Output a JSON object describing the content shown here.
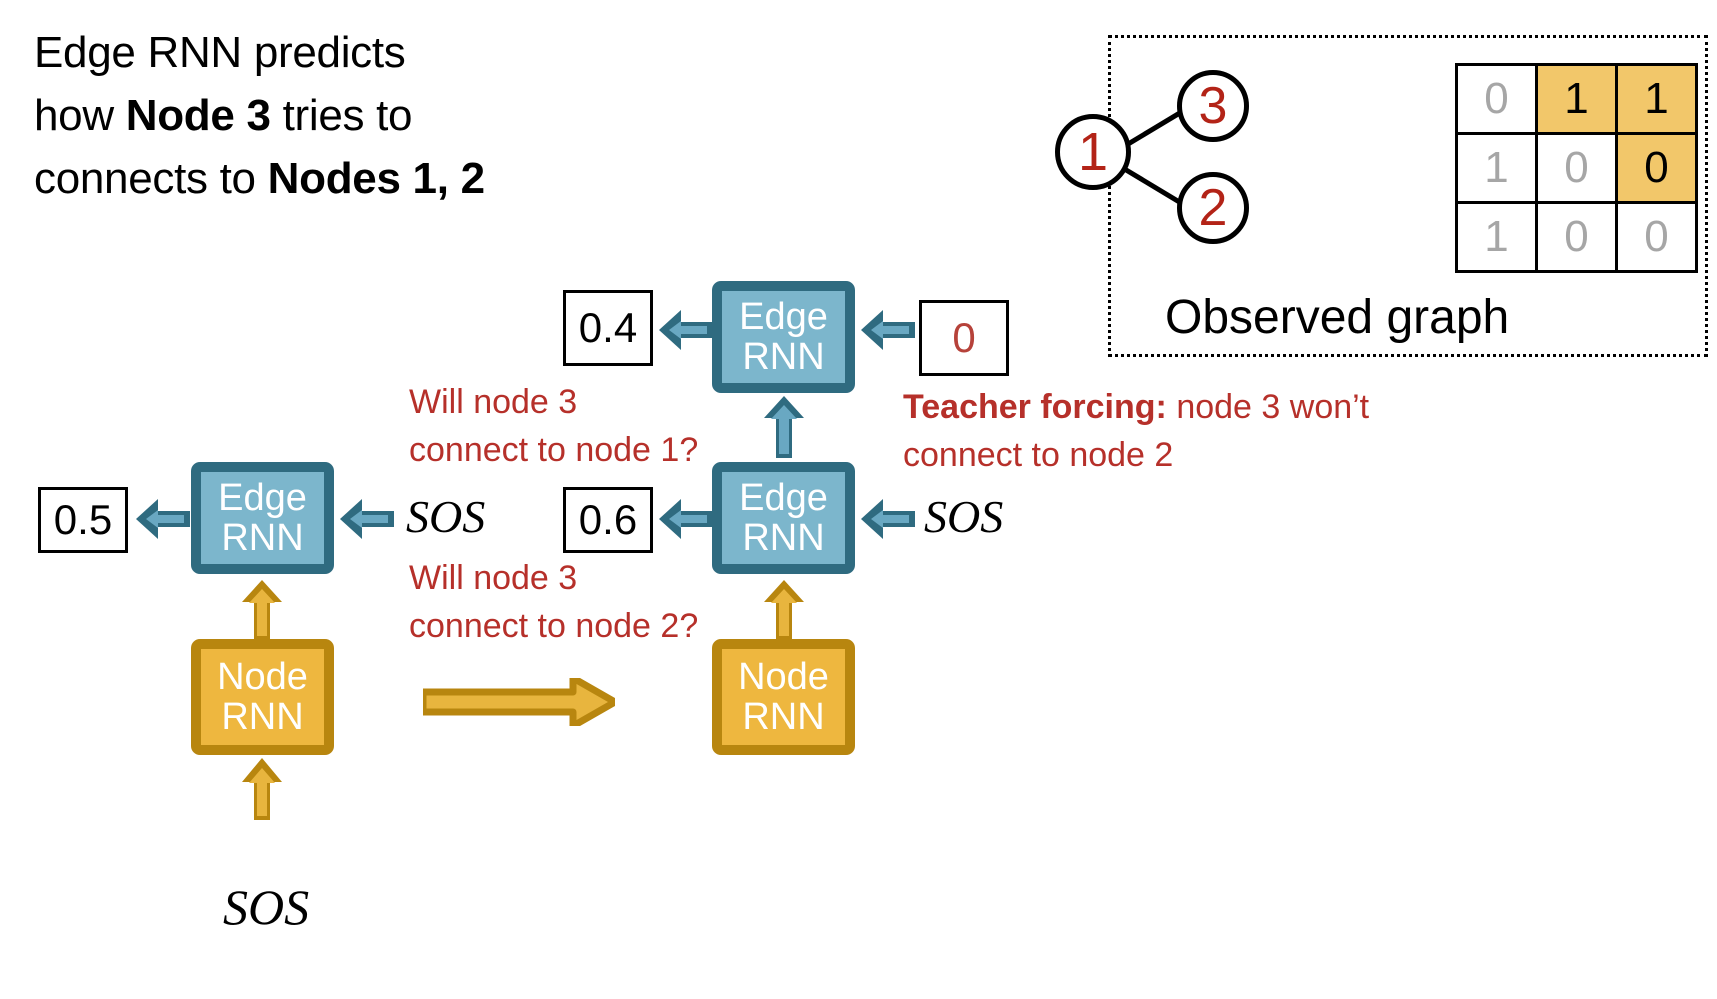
{
  "headline": {
    "line1": "Edge RNN predicts",
    "line2_pre": "how ",
    "line2_bold": "Node 3",
    "line2_post": " tries to",
    "line3_pre": "connects to ",
    "line3_bold": "Nodes 1, 2"
  },
  "observed_panel": {
    "caption": "Observed graph",
    "graph": {
      "nodes": [
        {
          "id": "1",
          "label": "1"
        },
        {
          "id": "3",
          "label": "3"
        },
        {
          "id": "2",
          "label": "2"
        }
      ],
      "edges": [
        {
          "from": "1",
          "to": "3"
        },
        {
          "from": "1",
          "to": "2"
        }
      ]
    },
    "adjacency_matrix": {
      "rows": [
        [
          {
            "value": "0",
            "highlight": false,
            "emphasis": false
          },
          {
            "value": "1",
            "highlight": true,
            "emphasis": true
          },
          {
            "value": "1",
            "highlight": true,
            "emphasis": true
          }
        ],
        [
          {
            "value": "1",
            "highlight": false,
            "emphasis": false
          },
          {
            "value": "0",
            "highlight": false,
            "emphasis": false
          },
          {
            "value": "0",
            "highlight": true,
            "emphasis": true
          }
        ],
        [
          {
            "value": "1",
            "highlight": false,
            "emphasis": false
          },
          {
            "value": "0",
            "highlight": false,
            "emphasis": false
          },
          {
            "value": "0",
            "highlight": false,
            "emphasis": false
          }
        ]
      ]
    }
  },
  "cells": {
    "edge_rnn_label_line1": "Edge",
    "edge_rnn_label_line2": "RNN",
    "node_rnn_label_line1": "Node",
    "node_rnn_label_line2": "RNN"
  },
  "values": {
    "out_top_left": "0.4",
    "out_far_left": "0.5",
    "out_mid": "0.6",
    "teacher_input": "0"
  },
  "tokens": {
    "sos_right": "SOS",
    "sos_mid": "SOS",
    "sos_bottom": "SOS"
  },
  "annotations": {
    "q1_line1": "Will node 3",
    "q1_line2": "connect to node 1?",
    "q2_line1": "Will node 3",
    "q2_line2": "connect to node 2?",
    "teacher_bold": "Teacher forcing:",
    "teacher_rest": " node 3 won’t",
    "teacher_line2": "connect to node 2"
  },
  "colors": {
    "edge_rnn_fill": "#7cb6cc",
    "edge_rnn_border": "#2f6b80",
    "node_rnn_fill": "#eeb73f",
    "node_rnn_border": "#b8860f",
    "highlight": "#f2c76a",
    "annotation_red": "#b6302a",
    "node_label_red": "#b32317",
    "matrix_gray": "#a6a6a6"
  }
}
